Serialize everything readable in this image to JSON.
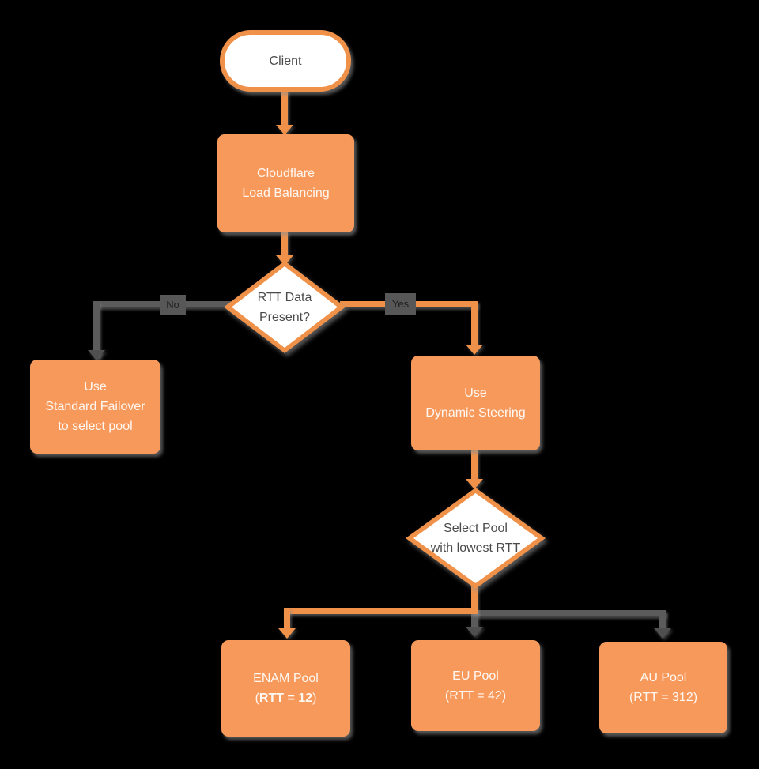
{
  "colors": {
    "background": "#000000",
    "node_fill_orange": "#F8995C",
    "stroke_orange": "#F0914A",
    "connector_gray": "#5B5B5B",
    "text_dark": "#4A4A4A",
    "text_light": "#FEF8F2",
    "edge_label_bg": "#575757",
    "edge_label_text": "#1E1E1E"
  },
  "nodes": {
    "client": {
      "label": "Client"
    },
    "load_balancing": {
      "lines": [
        "Cloudflare",
        "Load Balancing"
      ]
    },
    "rtt_decision": {
      "lines": [
        "RTT Data",
        "Present?"
      ]
    },
    "standard_failover": {
      "lines": [
        "Use",
        "Standard Failover",
        "to select pool"
      ]
    },
    "dynamic_steering": {
      "lines": [
        "Use",
        "Dynamic Steering"
      ]
    },
    "select_pool": {
      "lines": [
        "Select Pool",
        "with lowest RTT"
      ]
    },
    "enam_pool": {
      "line1": "ENAM Pool",
      "line2_open": "(",
      "line2_bold": "RTT = 12",
      "line2_close": ")"
    },
    "eu_pool": {
      "lines": [
        "EU Pool",
        "(RTT = 42)"
      ]
    },
    "au_pool": {
      "lines": [
        "AU Pool",
        "(RTT = 312)"
      ]
    }
  },
  "edge_labels": {
    "no": "No",
    "yes": "Yes"
  },
  "edges": [
    {
      "from": "Client",
      "to": "Cloudflare Load Balancing",
      "color": "orange"
    },
    {
      "from": "Cloudflare Load Balancing",
      "to": "RTT Data Present?",
      "color": "orange"
    },
    {
      "from": "RTT Data Present?",
      "to": "Use Standard Failover to select pool",
      "label": "No",
      "color": "gray"
    },
    {
      "from": "RTT Data Present?",
      "to": "Use Dynamic Steering",
      "label": "Yes",
      "color": "orange"
    },
    {
      "from": "Use Dynamic Steering",
      "to": "Select Pool with lowest RTT",
      "color": "orange"
    },
    {
      "from": "Select Pool with lowest RTT",
      "to": "ENAM Pool (RTT = 12)",
      "color": "orange"
    },
    {
      "from": "Select Pool with lowest RTT",
      "to": "EU Pool (RTT = 42)",
      "color": "gray"
    },
    {
      "from": "Select Pool with lowest RTT",
      "to": "AU Pool (RTT = 312)",
      "color": "gray"
    }
  ]
}
